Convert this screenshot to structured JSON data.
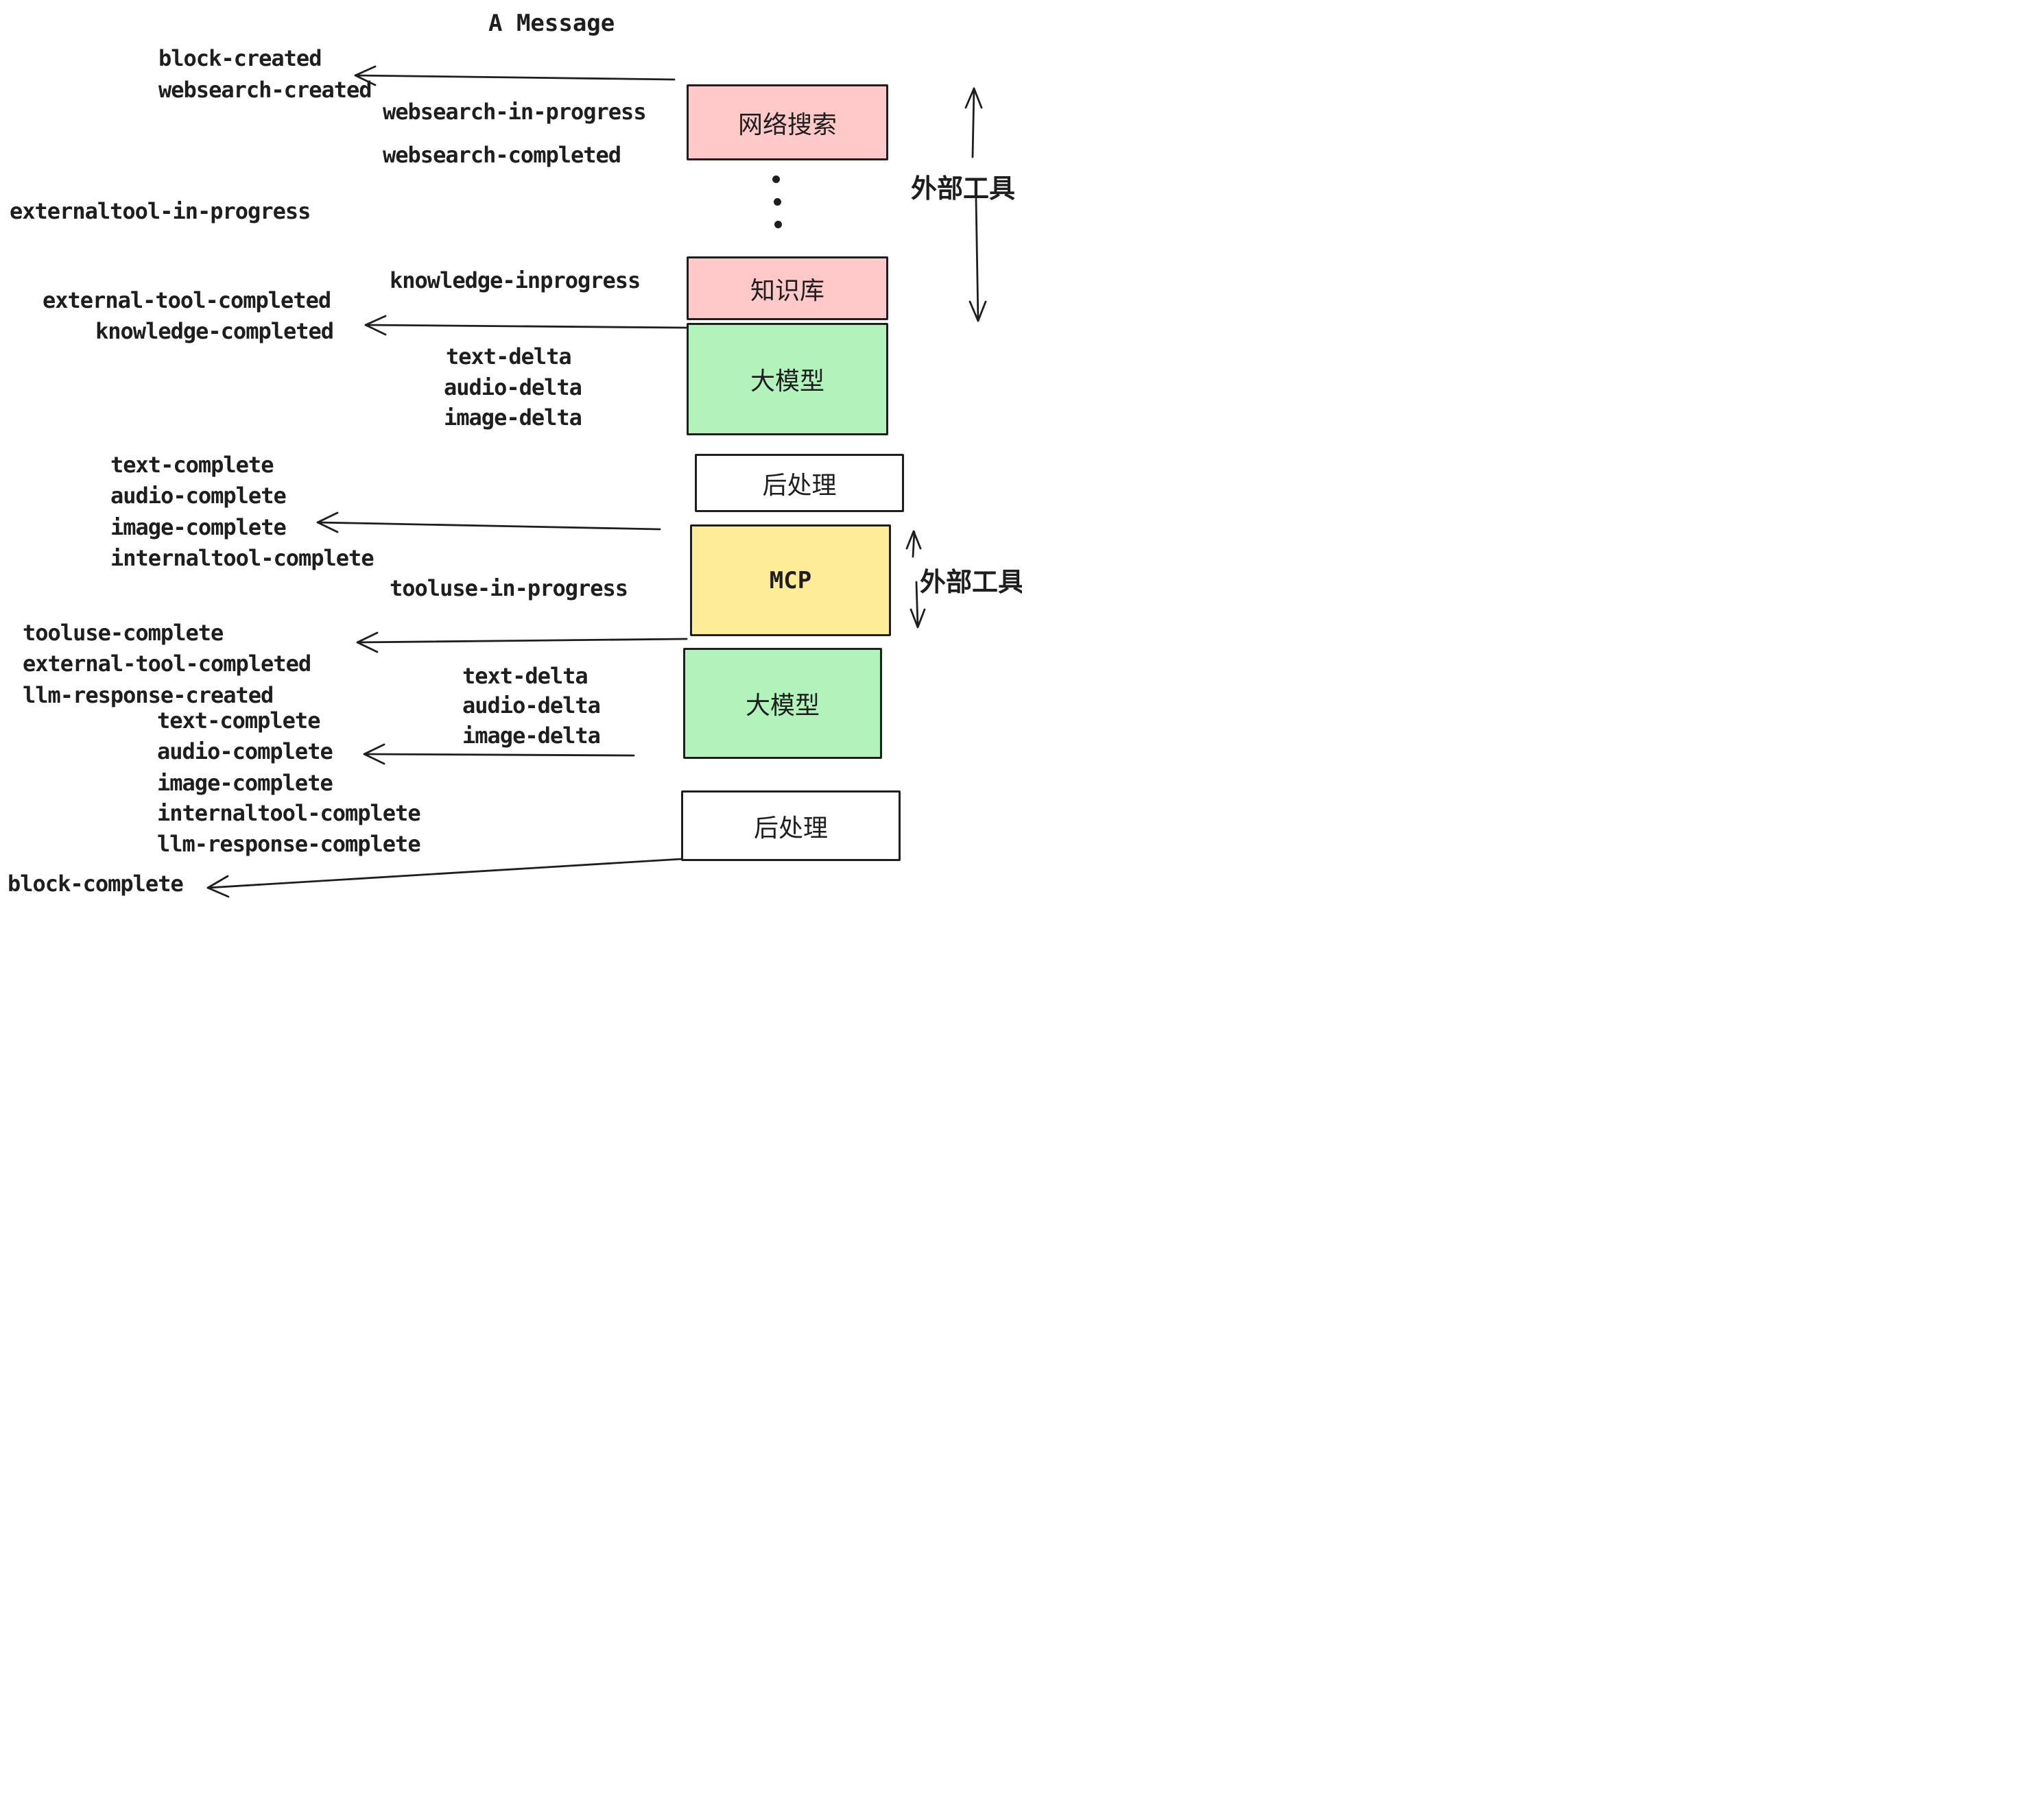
{
  "title": "A Message",
  "colors": {
    "stroke": "#1e1e1e",
    "external_tool_box": "#FFC9C9",
    "llm_box": "#B2F2BB",
    "mcp_box": "#FFEC99",
    "post_box": "#FFFFFF"
  },
  "labels": {
    "block_created": "block-created",
    "websearch_created": "websearch-created",
    "websearch_in_progress": "websearch-in-progress",
    "websearch_completed": "websearch-completed",
    "externaltool_in_progress": "externaltool-in-progress",
    "knowledge_inprogress": "knowledge-inprogress",
    "external_tool_completed_1": "external-tool-completed",
    "knowledge_completed": "knowledge-completed",
    "text_delta_1": "text-delta",
    "audio_delta_1": "audio-delta",
    "image_delta_1": "image-delta",
    "text_complete_1": "text-complete",
    "audio_complete_1": "audio-complete",
    "image_complete_1": "image-complete",
    "internaltool_complete_1": "internaltool-complete",
    "tooluse_in_progress": "tooluse-in-progress",
    "tooluse_complete": "tooluse-complete",
    "external_tool_completed_2": "external-tool-completed",
    "llm_response_created": "llm-response-created",
    "text_complete_2": "text-complete",
    "audio_complete_2": "audio-complete",
    "text_delta_2": "text-delta",
    "audio_delta_2": "audio-delta",
    "image_delta_2": "image-delta",
    "image_complete_2": "image-complete",
    "internaltool_complete_2": "internaltool-complete",
    "llm_response_complete": "llm-response-complete",
    "block_complete": "block-complete",
    "external_tools_top": "外部工具",
    "external_tools_bottom": "外部工具"
  },
  "boxes": {
    "websearch": {
      "label": "网络搜索",
      "fill": "#FFC9C9"
    },
    "knowledge": {
      "label": "知识库",
      "fill": "#FFC9C9"
    },
    "llm_1": {
      "label": "大模型",
      "fill": "#B2F2BB"
    },
    "post_1": {
      "label": "后处理",
      "fill": "#FFFFFF"
    },
    "mcp": {
      "label": "MCP",
      "fill": "#FFEC99"
    },
    "llm_2": {
      "label": "大模型",
      "fill": "#B2F2BB"
    },
    "post_2": {
      "label": "后处理",
      "fill": "#FFFFFF"
    }
  },
  "ellipsis_dot_count": 3
}
